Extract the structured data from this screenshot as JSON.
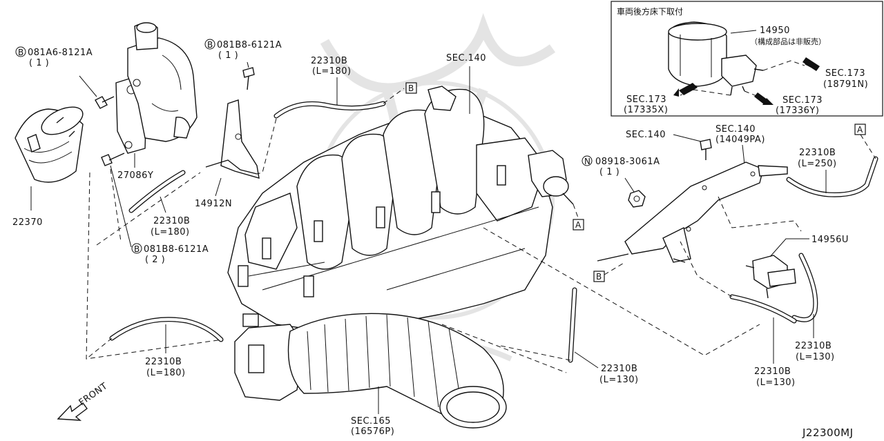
{
  "inset": {
    "title": "車両後方床下取付",
    "part": "14950",
    "part_note": "（構成部品は非販売）",
    "sec1": "SEC.173",
    "sec1_ref": "(18791N)",
    "sec2": "SEC.173",
    "sec2_ref": "(17335X)",
    "sec3": "SEC.173",
    "sec3_ref": "(17336Y)"
  },
  "labels": {
    "b1_code": "081A6-8121A",
    "b1_qty": "( 1 )",
    "b2_code": "081B8-6121A",
    "b2_qty": "( 1 )",
    "b3_code": "081B8-6121A",
    "b3_qty": "( 2 )",
    "n1_code": "08918-3061A",
    "n1_qty": "( 1 )",
    "bolt_prefix": "B",
    "nut_prefix": "N",
    "p22370": "22370",
    "p27086y": "27086Y",
    "p14912n": "14912N",
    "hose_top_part": "22310B",
    "hose_top_len": "(L=180)",
    "hose_left_part": "22310B",
    "hose_left_len": "(L=180)",
    "hose_bottom_part": "22310B",
    "hose_bottom_len": "(L=180)",
    "hose_right_part": "22310B",
    "hose_right_len": "(L=250)",
    "hose_r130a_part": "22310B",
    "hose_r130a_len": "(L=130)",
    "hose_r130b_part": "22310B",
    "hose_r130b_len": "(L=130)",
    "hose_mid130_part": "22310B",
    "hose_mid130_len": "(L=130)",
    "sec140_top": "SEC.140",
    "sec140_bolt": "SEC.140",
    "sec140_bracket": "SEC.140",
    "sec140_bracket_ref": "(14049PA)",
    "p14956u": "14956U",
    "sec165": "SEC.165",
    "sec165_ref": "(16576P)",
    "ref_a": "A",
    "ref_b": "B",
    "front": "FRONT",
    "diagram_code": "J22300MJ"
  }
}
